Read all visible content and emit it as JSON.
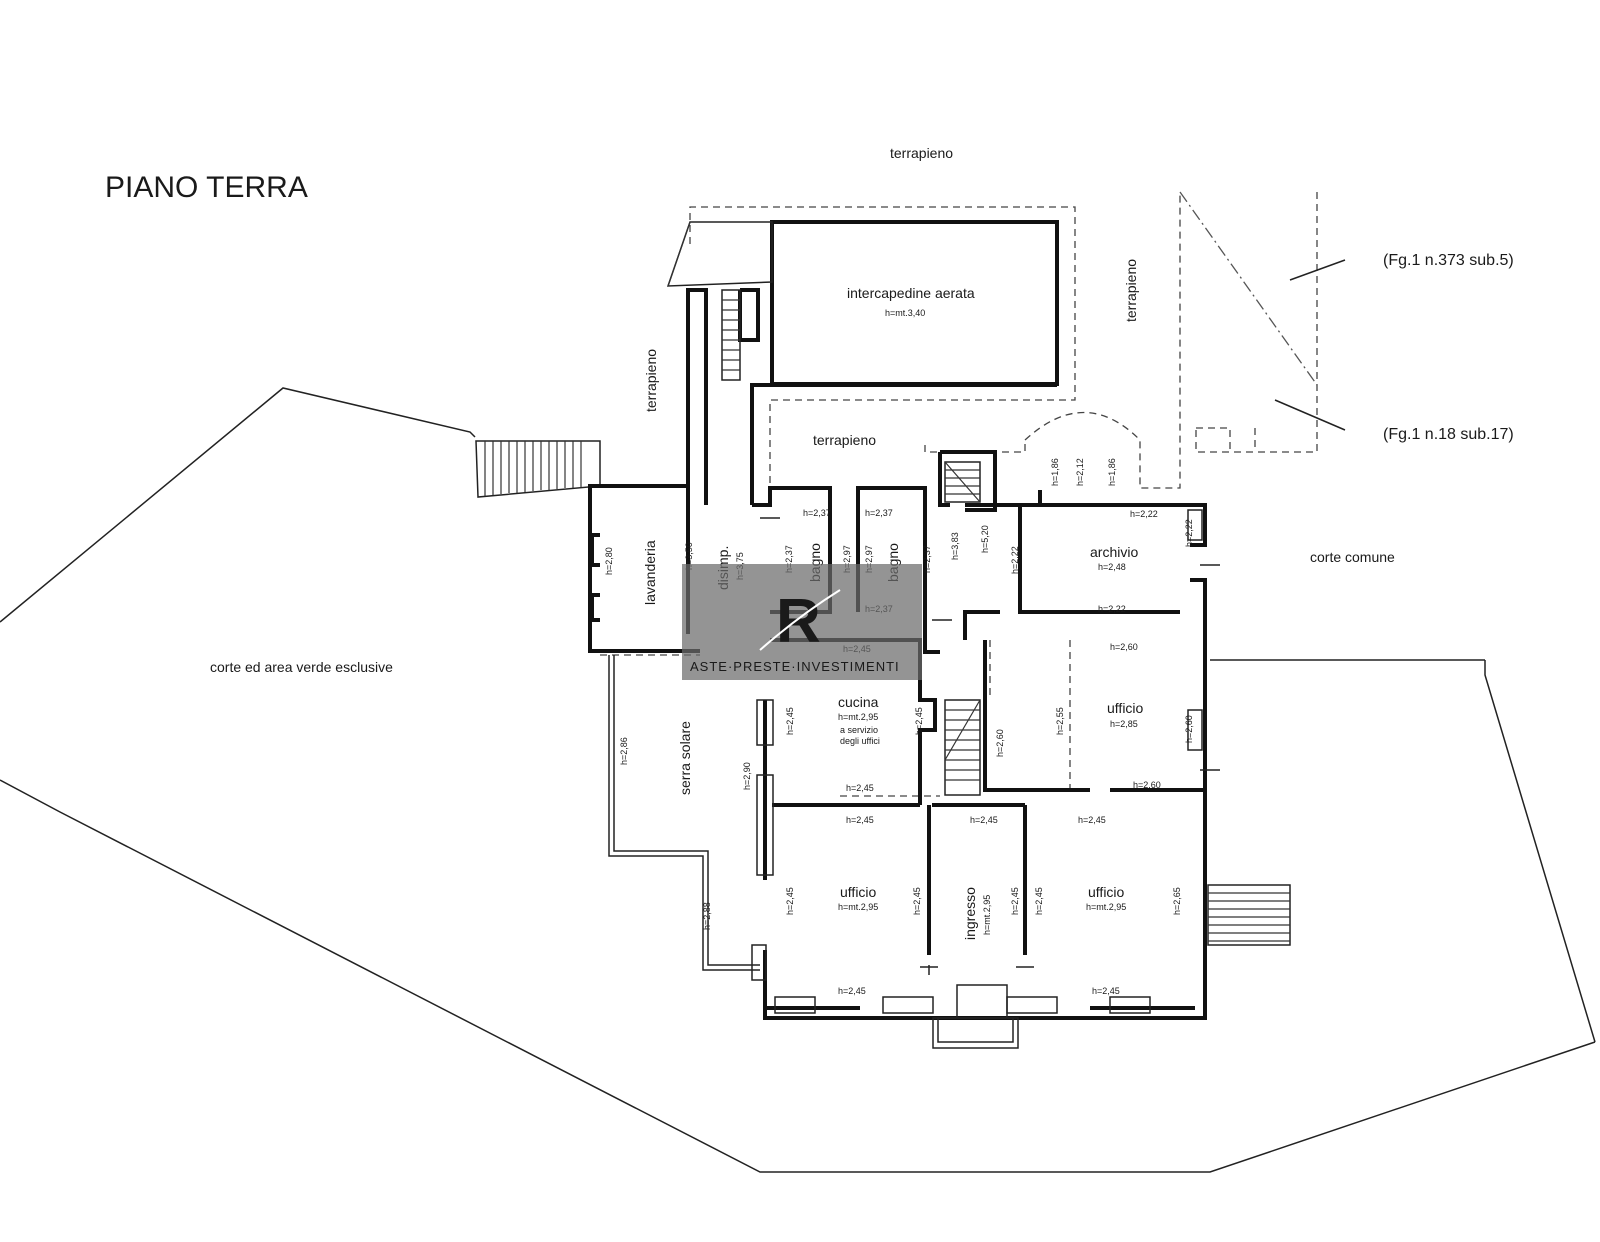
{
  "title": "PIANO TERRA",
  "labels": {
    "terrapieno_top": "terrapieno",
    "terrapieno_left": "terrapieno",
    "terrapieno_right": "terrapieno",
    "terrapieno_mid": "terrapieno",
    "intercapedine": "intercapedine aerata",
    "intercapedine_h": "h=mt.3,40",
    "corte_verde": "corte ed area verde esclusive",
    "corte_comune": "corte comune",
    "serra": "serra solare",
    "ref_373": "(Fg.1 n.373 sub.5)",
    "ref_18": "(Fg.1 n.18 sub.17)"
  },
  "rooms": {
    "lavanderia": "lavanderia",
    "disimp": "disimp.",
    "disimp_h": "h=3,75",
    "bagno1": "bagno",
    "bagno2": "bagno",
    "archivio": "archivio",
    "archivio_h": "h=2,48",
    "ufficio_right": "ufficio",
    "ufficio_right_h": "h=2,85",
    "cucina": "cucina",
    "cucina_h": "h=mt.2,95",
    "cucina_note1": "a servizio",
    "cucina_note2": "degli uffici",
    "ufficio_bl": "ufficio",
    "ufficio_bl_h": "h=mt.2,95",
    "ingresso": "ingresso",
    "ingresso_h": "h=mt.2,95",
    "ufficio_br": "ufficio",
    "ufficio_br_h": "h=mt.2,95"
  },
  "heights": {
    "h237": "h=2,37",
    "h297": "h=2,97",
    "h245": "h=2,45",
    "h222": "h=2,22",
    "h260": "h=2,60",
    "h280": "h=2,80",
    "h350": "h=3,50",
    "h383": "h=3,83",
    "h520": "h=5,20",
    "h186": "h=1,86",
    "h212": "h=2,12",
    "h286": "h=2,86",
    "h288": "h=2,88",
    "h290": "h=2,90",
    "h255": "h=2,55",
    "h265": "h=2,65"
  },
  "watermark": {
    "logo": "R",
    "text": "ASTE·PRESTE·INVESTIMENTI"
  }
}
